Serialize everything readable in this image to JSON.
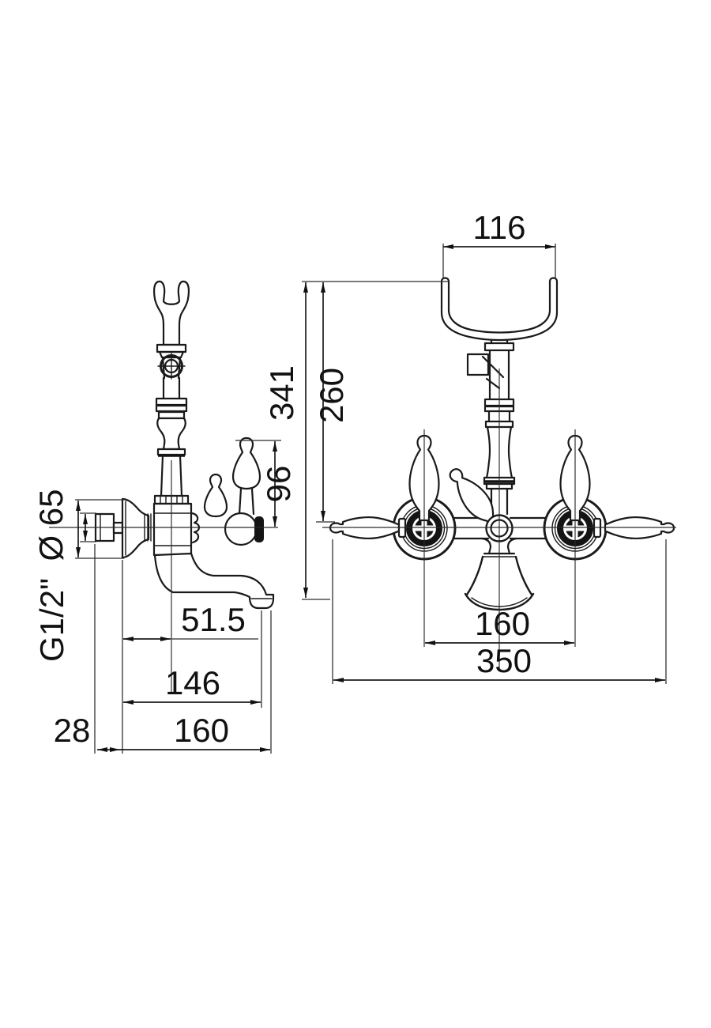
{
  "drawing": {
    "front_view": {
      "cradle_width": "116",
      "total_height": "341",
      "height_to_axis": "260",
      "valve_centres": "160",
      "overall_width": "350"
    },
    "side_view": {
      "handle_height": "96",
      "flange_diameter": "Ø 65",
      "connection_thread": "G1/2\"",
      "spout_axis_offset": "51.5",
      "spout_reach": "146",
      "total_depth": "160",
      "wall_clearance": "28"
    }
  }
}
